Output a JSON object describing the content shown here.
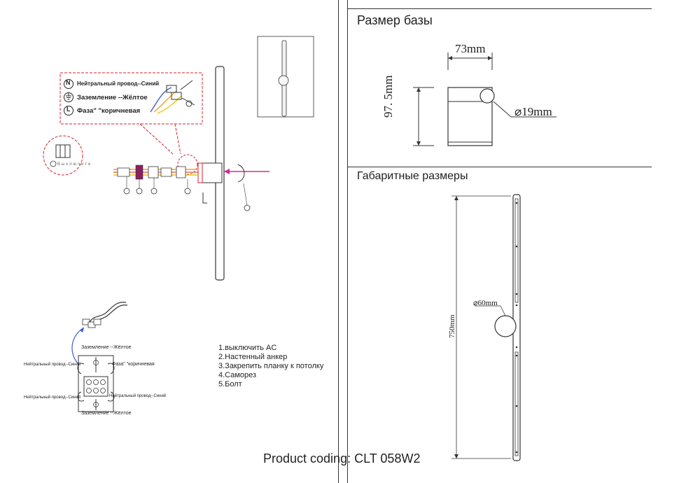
{
  "sections": {
    "base_size_title": "Размер базы",
    "overall_title": "Габаритные размеры"
  },
  "base_dims": {
    "width": "73mm",
    "height": "97. 5mm",
    "diameter": "⌀19mm"
  },
  "overall_dims": {
    "diameter": "⌀60mm",
    "length": "750mm"
  },
  "wiring_legend": {
    "neutral": "Нейтральный провод--Синий",
    "ground": "Заземление --Жёлтое",
    "phase": "Фаза\" \"коричневая",
    "symbol_n": "N",
    "symbol_l": "L"
  },
  "terminal_labels": {
    "ground_top": "Заземление --Жёлтое",
    "phase": "Фаза\" \"коричневая",
    "neutral_left_top": "Нейтральный провод--Синий",
    "neutral_left_bottom": "Нейтральный провод--Синий",
    "neutral_right": "Нейтральный провод--Синий",
    "ground_bottom": "Заземление --Жёлтое"
  },
  "switch_caption": "Выключите",
  "steps": [
    "1.выключить AC",
    "2.Настенный   анкер",
    "3.Закрепить планку   к  потолку",
    "4.Саморез",
    "5.Болт"
  ],
  "footer": {
    "product_coding": "Product coding: CLT 058W2"
  },
  "colors": {
    "frame": "#333333",
    "accent_red": "#d9232e",
    "wire_orange": "#f0a030",
    "wire_blue": "#3a5fcd",
    "wire_yellow": "#e8c800",
    "arrow_magenta": "#d6289a"
  }
}
